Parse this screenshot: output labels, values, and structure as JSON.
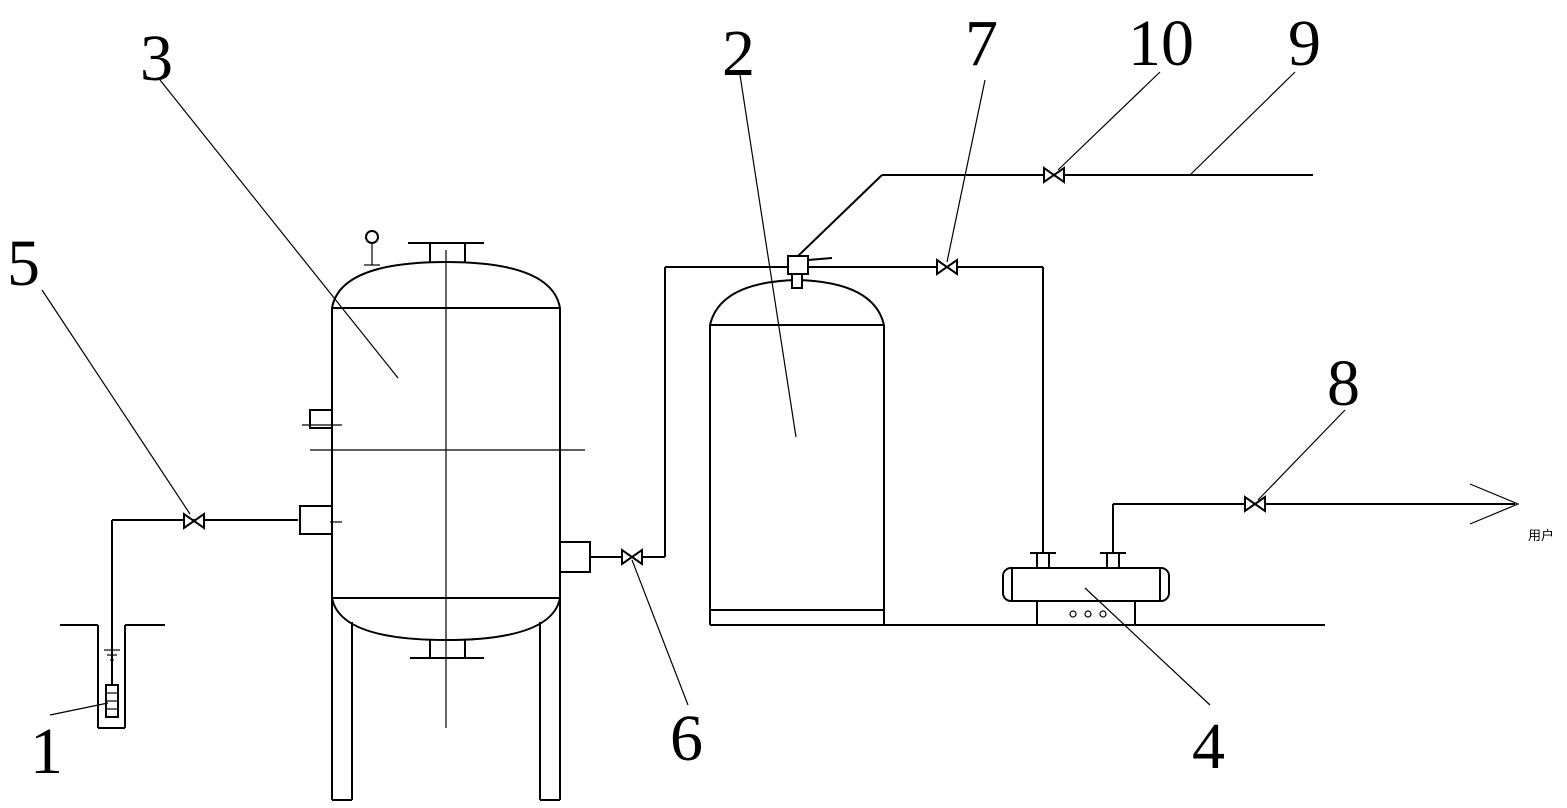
{
  "labels": {
    "n1": "1",
    "n2": "2",
    "n3": "3",
    "n4": "4",
    "n5": "5",
    "n6": "6",
    "n7": "7",
    "n8": "8",
    "n9": "9",
    "n10": "10"
  },
  "outlet_label": "用户"
}
